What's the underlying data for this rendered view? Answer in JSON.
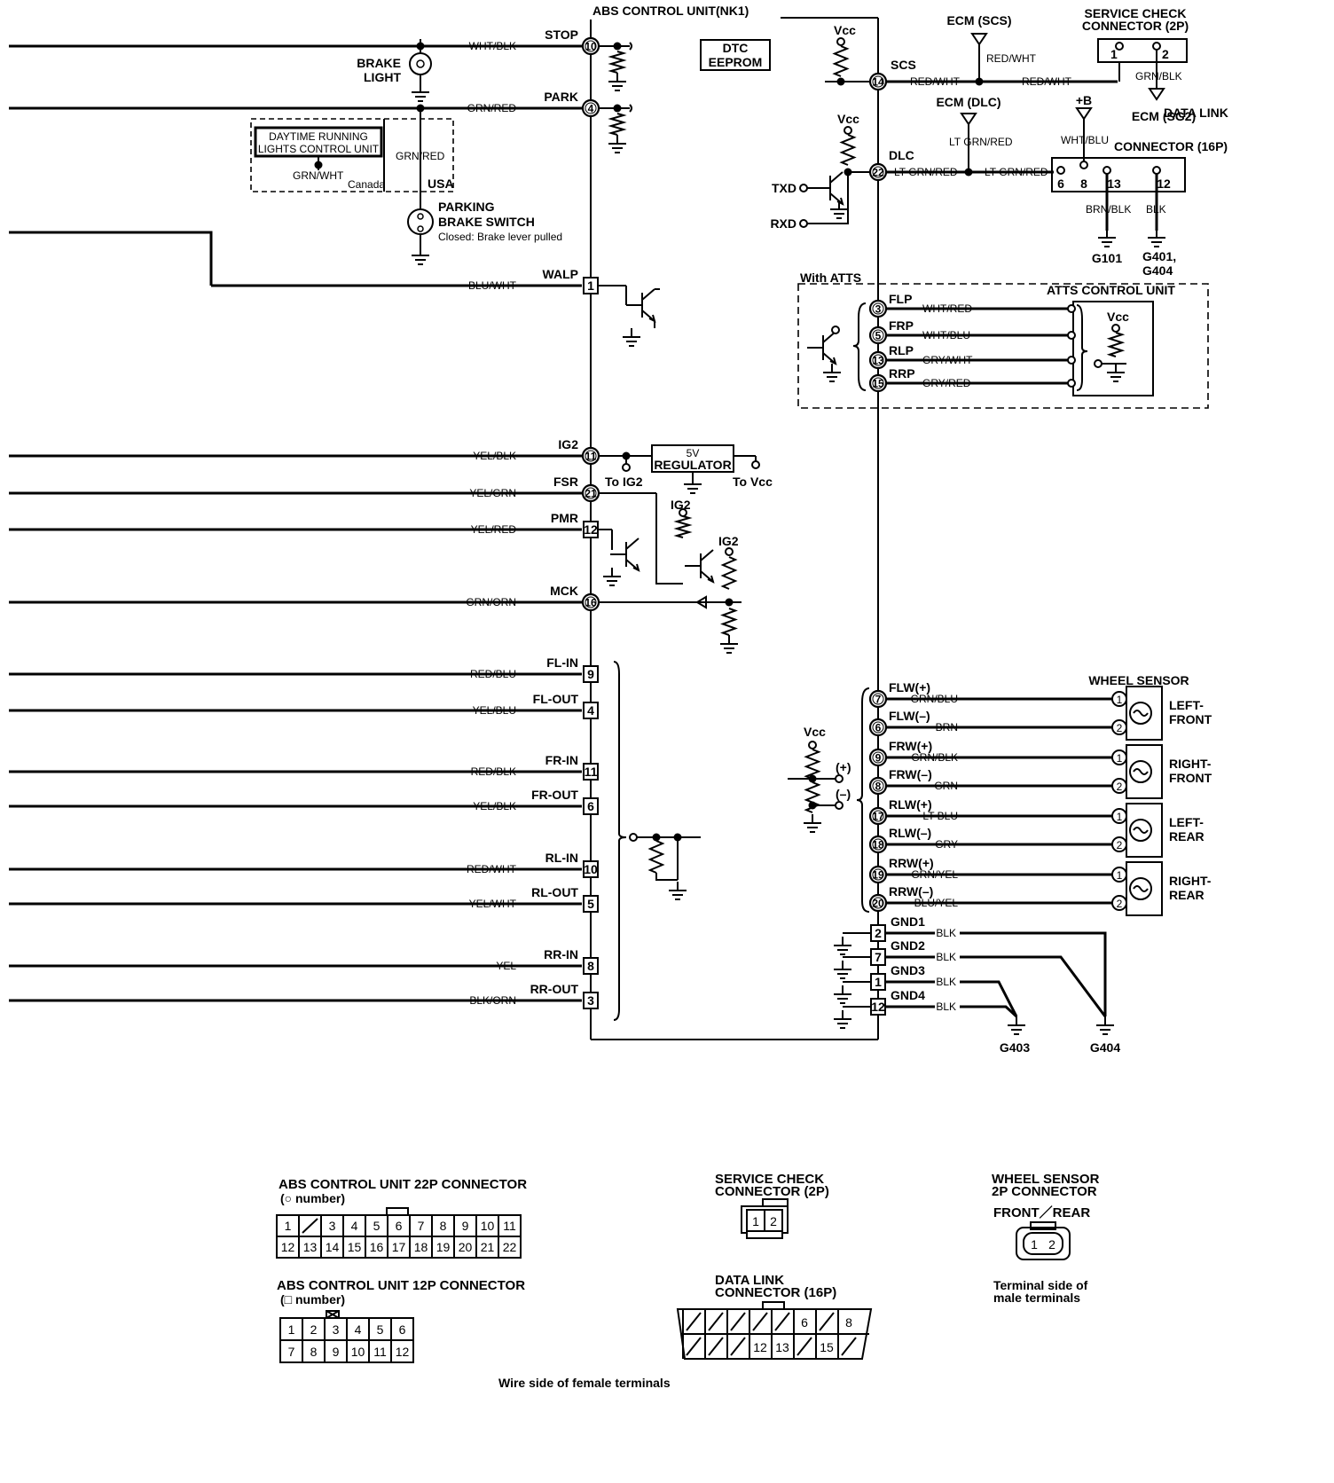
{
  "title": "ABS CONTROL UNIT(NK1)",
  "left_pins": [
    {
      "name": "STOP",
      "color": "WHT/BLK",
      "pin": "10",
      "shape": "circle"
    },
    {
      "name": "PARK",
      "color": "GRN/RED",
      "pin": "4",
      "shape": "circle"
    },
    {
      "name": "WALP",
      "color": "BLU/WHT",
      "pin": "1",
      "shape": "square"
    },
    {
      "name": "IG2",
      "color": "YEL/BLK",
      "pin": "11",
      "shape": "circle"
    },
    {
      "name": "FSR",
      "color": "YEL/GRN",
      "pin": "21",
      "shape": "circle"
    },
    {
      "name": "PMR",
      "color": "YEL/RED",
      "pin": "12",
      "shape": "square"
    },
    {
      "name": "MCK",
      "color": "GRN/ORN",
      "pin": "16",
      "shape": "circle"
    },
    {
      "name": "FL-IN",
      "color": "RED/BLU",
      "pin": "9",
      "shape": "square"
    },
    {
      "name": "FL-OUT",
      "color": "YEL/BLU",
      "pin": "4",
      "shape": "square"
    },
    {
      "name": "FR-IN",
      "color": "RED/BLK",
      "pin": "11",
      "shape": "square"
    },
    {
      "name": "FR-OUT",
      "color": "YEL/BLK",
      "pin": "6",
      "shape": "square"
    },
    {
      "name": "RL-IN",
      "color": "RED/WHT",
      "pin": "10",
      "shape": "square"
    },
    {
      "name": "RL-OUT",
      "color": "YEL/WHT",
      "pin": "5",
      "shape": "square"
    },
    {
      "name": "RR-IN",
      "color": "YEL",
      "pin": "8",
      "shape": "square"
    },
    {
      "name": "RR-OUT",
      "color": "BLK/ORN",
      "pin": "3",
      "shape": "square"
    }
  ],
  "upper_left": {
    "top_wire_color": "WHT/BLK",
    "park_wire_color": "GRN/RED",
    "brake_light": [
      "BRAKE",
      "LIGHT"
    ],
    "drl_unit": [
      "DAYTIME RUNNING",
      "LIGHTS CONTROL UNIT"
    ],
    "drl_wire": "GRN/WHT",
    "canada": "Canada",
    "grn_red_drop": "GRN/RED",
    "usa": "USA",
    "parking_switch": [
      "PARKING",
      "BRAKE SWITCH",
      "Closed: Brake lever pulled"
    ]
  },
  "internal": {
    "dtc": [
      "DTC",
      "EEPROM"
    ],
    "vcc": "Vcc",
    "txd": "TXD",
    "rxd": "RXD",
    "regulator": [
      "5V",
      "REGULATOR"
    ],
    "to_ig2": "To IG2",
    "to_vcc": "To Vcc",
    "ig2": "IG2"
  },
  "right_top": {
    "scs": {
      "name": "SCS",
      "pin": "14",
      "color": "RED/WHT",
      "color2": "RED/WHT"
    },
    "dlc": {
      "name": "DLC",
      "pin": "22",
      "color": "LT GRN/RED",
      "color2": "LT GRN/RED"
    },
    "ecm_scs": "ECM (SCS)",
    "ecm_scs_wire": "RED/WHT",
    "ecm_dlc": "ECM (DLC)",
    "ecm_dlc_wire": "LT GRN/RED",
    "service_check": [
      "SERVICE CHECK",
      "CONNECTOR (2P)"
    ],
    "sc_pins": [
      "1",
      "2"
    ],
    "grn_blk": "GRN/BLK",
    "ecm_sg2": "ECM (SG2)",
    "plus_b": "+B",
    "wht_blu": "WHT/BLU",
    "data_link": [
      "DATA LINK",
      "CONNECTOR (16P)"
    ],
    "dl_pins": [
      "6",
      "8",
      "13",
      "12"
    ],
    "brn_blk": "BRN/BLK",
    "blk": "BLK",
    "g101": "G101",
    "g401": [
      "G401,",
      "G404"
    ]
  },
  "atts": {
    "with_atts": "With ATTS",
    "unit": "ATTS CONTROL UNIT",
    "vcc": "Vcc",
    "pins": [
      {
        "name": "FLP",
        "pin": "3",
        "color": "WHT/RED"
      },
      {
        "name": "FRP",
        "pin": "5",
        "color": "WHT/BLU"
      },
      {
        "name": "RLP",
        "pin": "13",
        "color": "GRY/WHT"
      },
      {
        "name": "RRP",
        "pin": "15",
        "color": "GRY/RED"
      }
    ]
  },
  "wheel": {
    "title": "WHEEL SENSOR",
    "vcc": "Vcc",
    "plus": "(+)",
    "minus": "(–)",
    "sensors": [
      {
        "label": [
          "LEFT-",
          "FRONT"
        ],
        "pins": [
          {
            "name": "FLW(+)",
            "pin": "7",
            "color": "GRN/BLU"
          },
          {
            "name": "FLW(–)",
            "pin": "6",
            "color": "BRN"
          }
        ]
      },
      {
        "label": [
          "RIGHT-",
          "FRONT"
        ],
        "pins": [
          {
            "name": "FRW(+)",
            "pin": "9",
            "color": "GRN/BLK"
          },
          {
            "name": "FRW(–)",
            "pin": "8",
            "color": "GRN"
          }
        ]
      },
      {
        "label": [
          "LEFT-",
          "REAR"
        ],
        "pins": [
          {
            "name": "RLW(+)",
            "pin": "17",
            "color": "LT BLU"
          },
          {
            "name": "RLW(–)",
            "pin": "18",
            "color": "GRY"
          }
        ]
      },
      {
        "label": [
          "RIGHT-",
          "REAR"
        ],
        "pins": [
          {
            "name": "RRW(+)",
            "pin": "19",
            "color": "GRN/YEL"
          },
          {
            "name": "RRW(–)",
            "pin": "20",
            "color": "BLU/YEL"
          }
        ]
      }
    ],
    "sensor_pins": [
      "1",
      "2"
    ]
  },
  "grounds": {
    "pins": [
      {
        "name": "GND1",
        "pin": "2",
        "color": "BLK"
      },
      {
        "name": "GND2",
        "pin": "7",
        "color": "BLK"
      },
      {
        "name": "GND3",
        "pin": "1",
        "color": "BLK"
      },
      {
        "name": "GND4",
        "pin": "12",
        "color": "BLK"
      }
    ],
    "g403": "G403",
    "g404": "G404"
  },
  "connectors": {
    "abs22_title": "ABS CONTROL UNIT 22P CONNECTOR",
    "abs22_sub": "(○ number)",
    "abs22_row1": [
      "1",
      "",
      "3",
      "4",
      "5",
      "6",
      "7",
      "8",
      "9",
      "10",
      "11"
    ],
    "abs22_row2": [
      "12",
      "13",
      "14",
      "15",
      "16",
      "17",
      "18",
      "19",
      "20",
      "21",
      "22"
    ],
    "abs12_title": "ABS CONTROL UNIT 12P CONNECTOR",
    "abs12_sub": "(□ number)",
    "abs12_row1": [
      "1",
      "2",
      "3",
      "4",
      "5",
      "6"
    ],
    "abs12_row2": [
      "7",
      "8",
      "9",
      "10",
      "11",
      "12"
    ],
    "sc_title": [
      "SERVICE CHECK",
      "CONNECTOR (2P)"
    ],
    "sc_cells": [
      "1",
      "2"
    ],
    "dl_title": [
      "DATA LINK",
      "CONNECTOR (16P)"
    ],
    "dl_top": [
      "6",
      "8"
    ],
    "dl_bottom": [
      "12",
      "13",
      "15"
    ],
    "ws_title": [
      "WHEEL SENSOR",
      "2P CONNECTOR"
    ],
    "ws_sub": "FRONT／REAR",
    "ws_cells": [
      "1",
      "2"
    ],
    "ws_note": [
      "Terminal side of",
      "male terminals"
    ],
    "footer": "Wire side of female terminals"
  }
}
